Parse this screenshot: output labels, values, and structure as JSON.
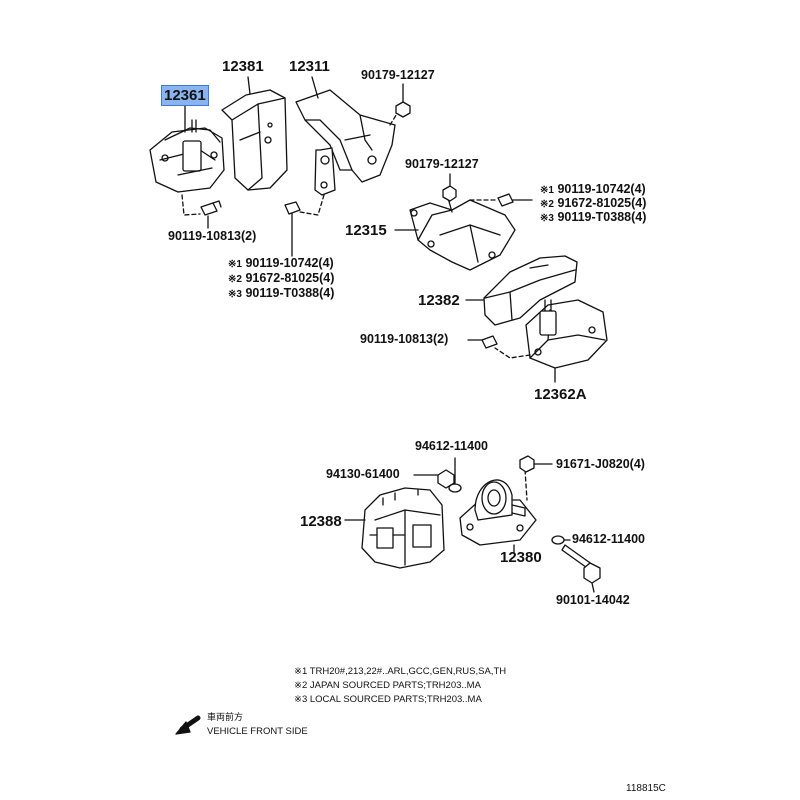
{
  "callouts": {
    "p12361": "12361",
    "p12381": "12381",
    "p12311": "12311",
    "p90179_top": "90179-12127",
    "p90179_mid": "90179-12127",
    "p90119_10813_left": "90119-10813(2)",
    "p12315": "12315",
    "p12382": "12382",
    "p90119_10813_right": "90119-10813(2)",
    "p12362A": "12362A",
    "p94612_top": "94612-11400",
    "p94130": "94130-61400",
    "p91671": "91671-J0820(4)",
    "p12388": "12388",
    "p12380": "12380",
    "p94612_right": "94612-11400",
    "p90101": "90101-14042"
  },
  "bolt_variants_right": [
    {
      "mark": "※1",
      "part": "90119-10742(4)"
    },
    {
      "mark": "※2",
      "part": "91672-81025(4)"
    },
    {
      "mark": "※3",
      "part": "90119-T0388(4)"
    }
  ],
  "bolt_variants_left": [
    {
      "mark": "※1",
      "part": "90119-10742(4)"
    },
    {
      "mark": "※2",
      "part": "91672-81025(4)"
    },
    {
      "mark": "※3",
      "part": "90119-T0388(4)"
    }
  ],
  "footnotes": [
    "※1 TRH20#,213,22#..ARL,GCC,GEN,RUS,SA,TH",
    "※2 JAPAN SOURCED PARTS;TRH203..MA",
    "※3 LOCAL SOURCED PARTS;TRH203..MA"
  ],
  "direction": {
    "japanese": "車両前方",
    "english": "VEHICLE FRONT SIDE"
  },
  "figure_code": "118815C",
  "highlight_color": "#8ab4f0"
}
